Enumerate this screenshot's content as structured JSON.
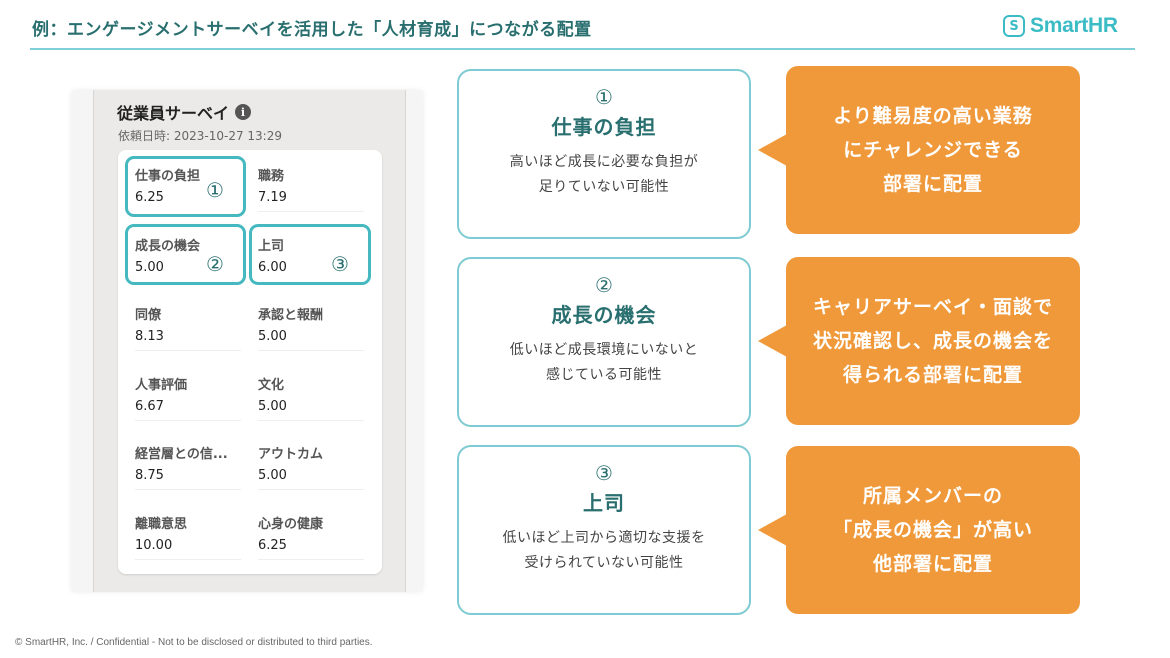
{
  "header": {
    "title": "例：エンゲージメントサーベイを活用した「人材育成」につながる配置",
    "logo_mark": "S",
    "logo_text": "SmartHR",
    "accent_color": "#3bbcc5"
  },
  "survey": {
    "title": "従業員サーベイ",
    "info_icon": "i",
    "date": "依頼日時: 2023-10-27 13:29",
    "metrics": [
      {
        "label": "仕事の負担",
        "value": "6.25"
      },
      {
        "label": "職務",
        "value": "7.19"
      },
      {
        "label": "成長の機会",
        "value": "5.00"
      },
      {
        "label": "上司",
        "value": "6.00"
      },
      {
        "label": "同僚",
        "value": "8.13"
      },
      {
        "label": "承認と報酬",
        "value": "5.00"
      },
      {
        "label": "人事評価",
        "value": "6.67"
      },
      {
        "label": "文化",
        "value": "5.00"
      },
      {
        "label": "経営層との信...",
        "value": "8.75"
      },
      {
        "label": "アウトカム",
        "value": "5.00"
      },
      {
        "label": "離職意思",
        "value": "10.00"
      },
      {
        "label": "心身の健康",
        "value": "6.25"
      }
    ],
    "highlights": [
      {
        "marker": "①"
      },
      {
        "marker": "②"
      },
      {
        "marker": "③"
      }
    ]
  },
  "items": [
    {
      "number": "①",
      "title": "仕事の負担",
      "desc_line1": "高いほど成長に必要な負担が",
      "desc_line2": "足りていない可能性",
      "action_line1": "より難易度の高い業務",
      "action_line2": "にチャレンジできる",
      "action_line3": "部署に配置"
    },
    {
      "number": "②",
      "title": "成長の機会",
      "desc_line1": "低いほど成長環境にいないと",
      "desc_line2": "感じている可能性",
      "action_line1": "キャリアサーベイ・面談で",
      "action_line2": "状況確認し、成長の機会を",
      "action_line3": "得られる部署に配置"
    },
    {
      "number": "③",
      "title": "上司",
      "desc_line1": "低いほど上司から適切な支援を",
      "desc_line2": "受けられていない可能性",
      "action_line1": "所属メンバーの",
      "action_line2": "「成長の機会」が高い",
      "action_line3": "他部署に配置"
    }
  ],
  "colors": {
    "teal_text": "#2a6f70",
    "teal_border": "#7fcbd3",
    "orange": "#f0993a"
  },
  "footer": {
    "text": "© SmartHR, Inc. / Confidential - Not to be disclosed or distributed to third parties."
  }
}
